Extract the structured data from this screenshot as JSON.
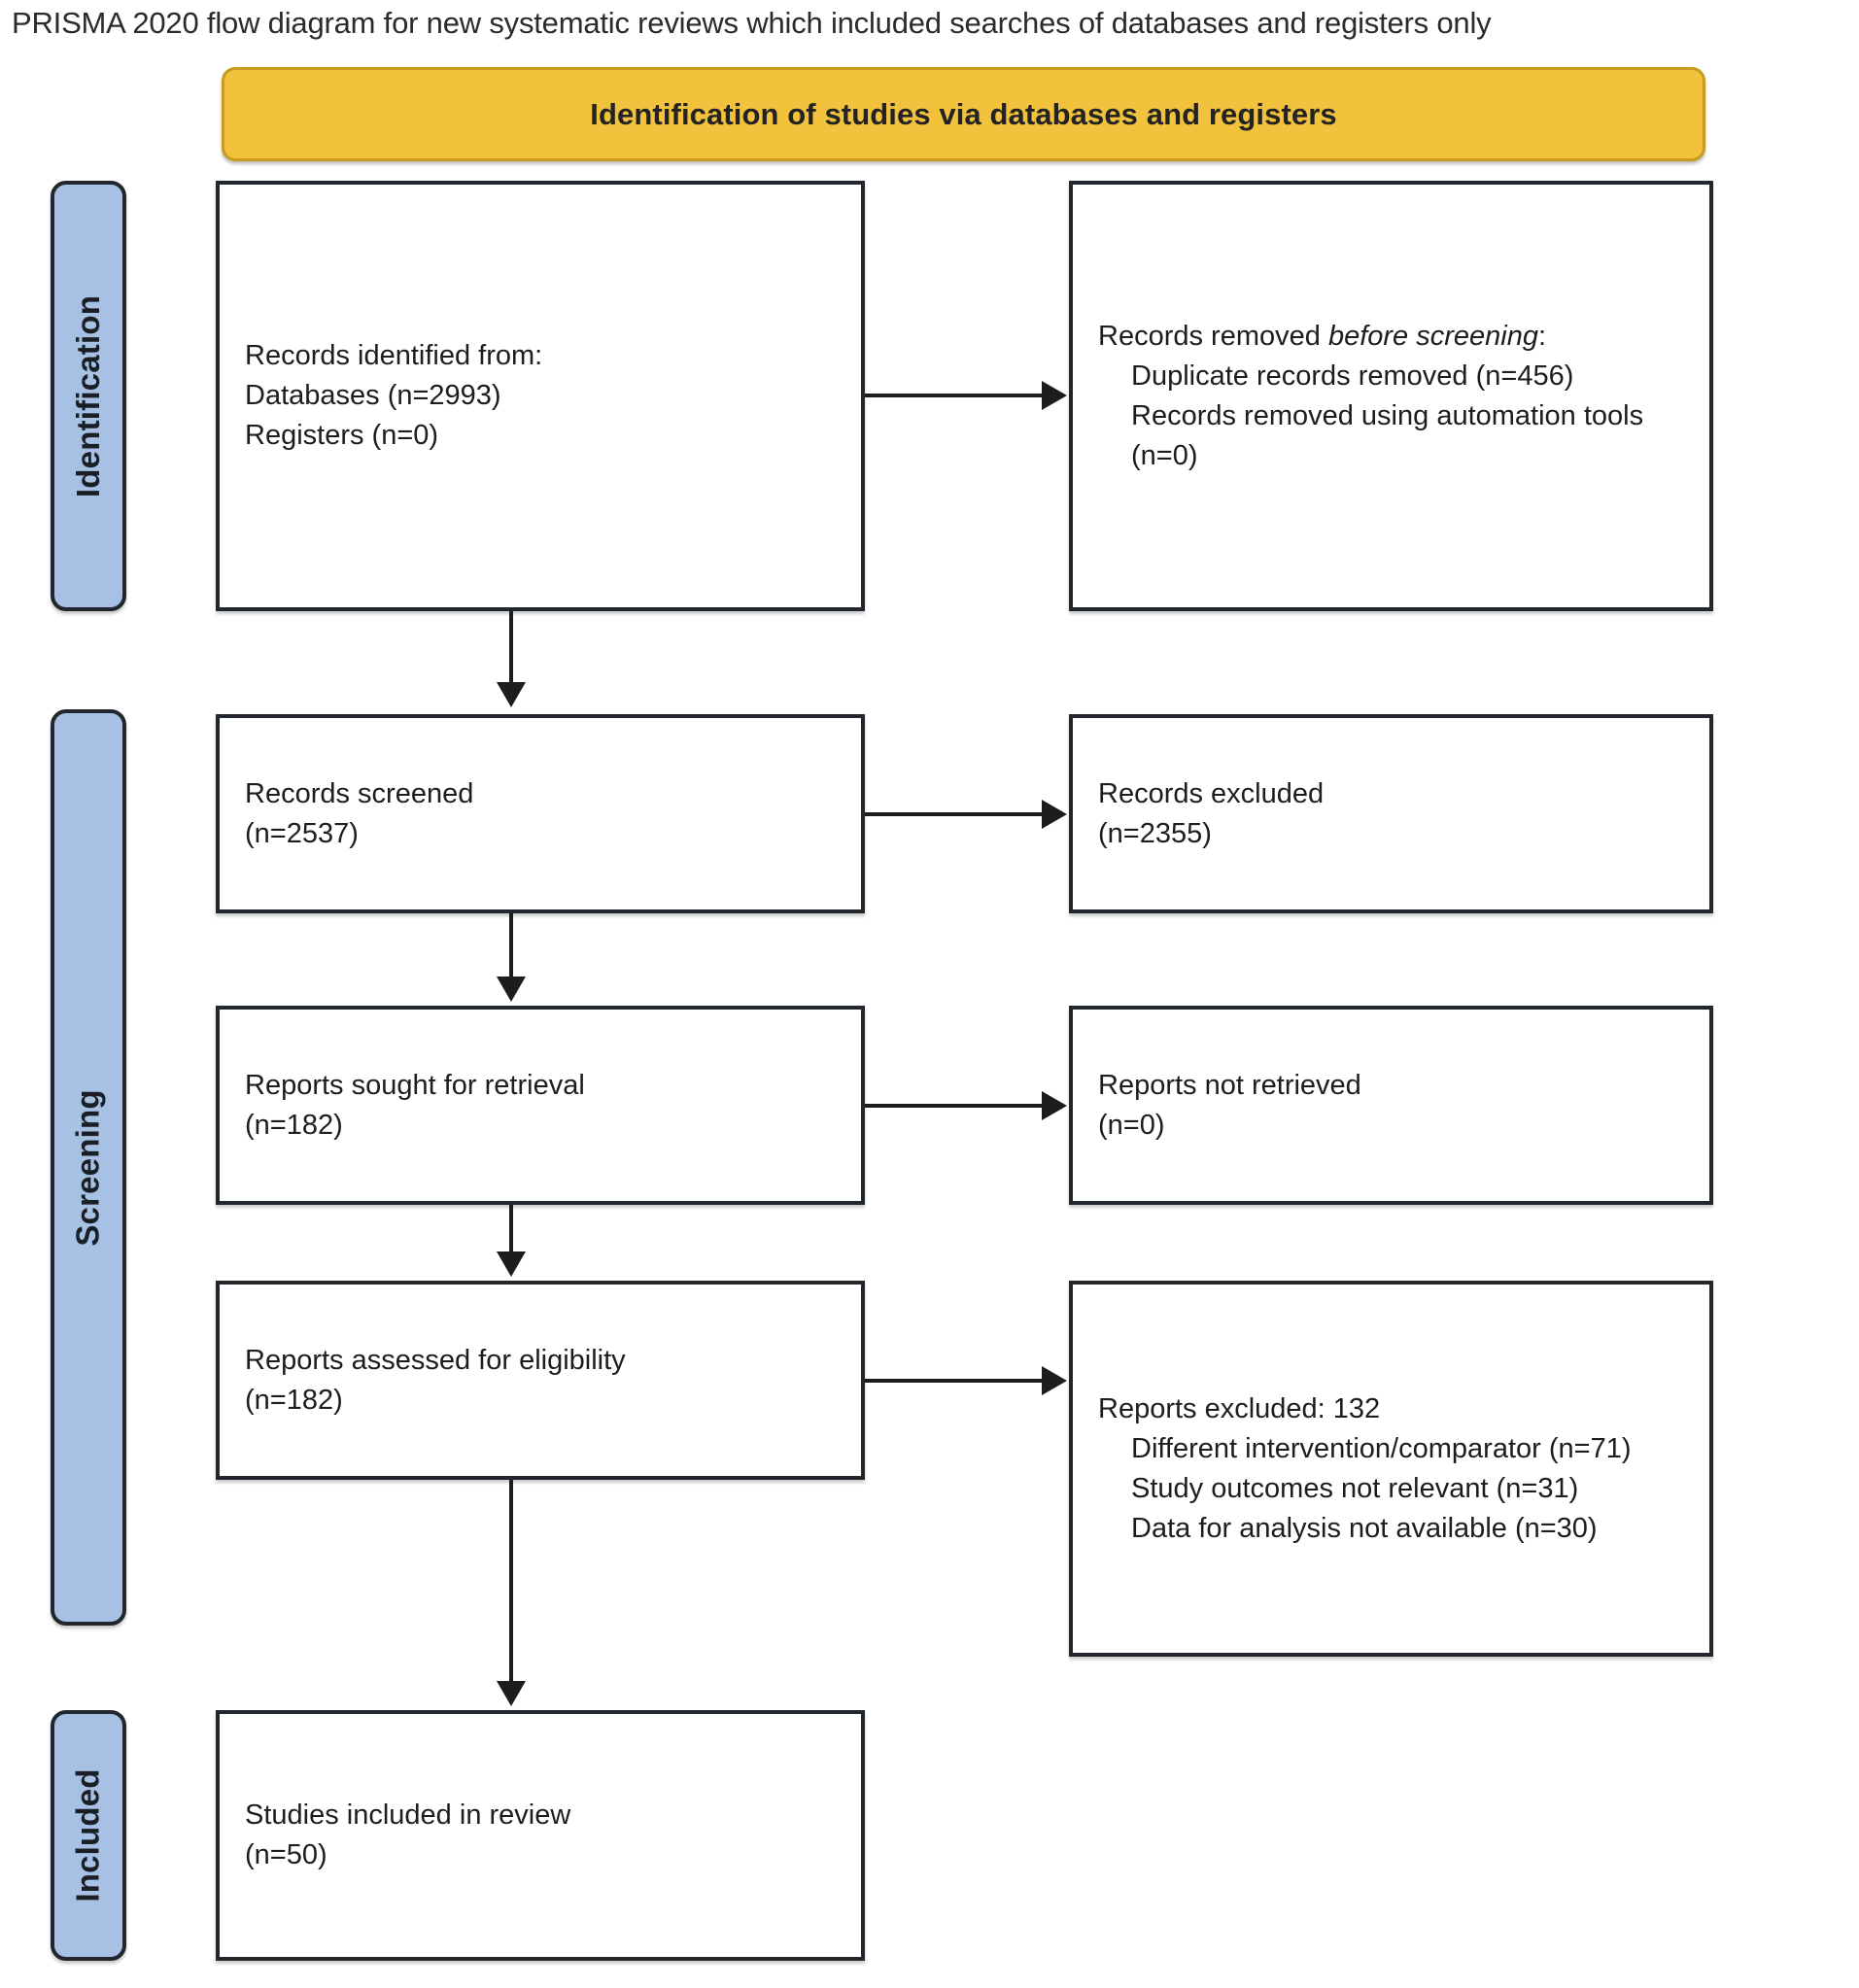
{
  "page": {
    "title": "PRISMA 2020 flow diagram for new systematic reviews which included searches of databases and registers only"
  },
  "banner": {
    "label": "Identification of studies via databases and registers",
    "color": "#f2c23d",
    "border_color": "#c79b20"
  },
  "phases": {
    "color": "#a6c1e3",
    "identification": "Identification",
    "screening": "Screening",
    "included": "Included"
  },
  "boxes": {
    "identified": {
      "line1": "Records identified from:",
      "line2": "Databases (n=2993)",
      "line3": "Registers (n=0)"
    },
    "removed_before_screening": {
      "line1_prefix": "Records removed ",
      "line1_italic": "before screening",
      "line1_suffix": ":",
      "line2": "Duplicate records removed (n=456)",
      "line3": "Records removed using automation tools (n=0)"
    },
    "records_screened": {
      "line1": "Records screened",
      "line2": "(n=2537)"
    },
    "records_excluded": {
      "line1": "Records excluded",
      "line2": "(n=2355)"
    },
    "reports_sought": {
      "line1": "Reports sought for retrieval",
      "line2": "(n=182)"
    },
    "reports_not_retrieved": {
      "line1": "Reports not retrieved",
      "line2": "(n=0)"
    },
    "reports_assessed": {
      "line1": "Reports assessed for eligibility",
      "line2": "(n=182)"
    },
    "reports_excluded": {
      "line1": "Reports excluded: 132",
      "line2": "Different intervention/comparator (n=71)",
      "line3": "Study outcomes not relevant (n=31)",
      "line4": "Data for analysis not available (n=30)"
    },
    "studies_included": {
      "line1": "Studies included in review",
      "line2": "(n=50)"
    }
  },
  "chart_data": {
    "type": "diagram",
    "title": "PRISMA 2020 flow diagram for new systematic reviews which included searches of databases and registers only",
    "nodes": [
      {
        "id": "identified",
        "phase": "Identification",
        "label": "Records identified from: Databases (n=2993); Registers (n=0)",
        "value": 2993
      },
      {
        "id": "removed_before_screening",
        "phase": "Identification",
        "label": "Records removed before screening: Duplicate records removed (n=456); Records removed using automation tools (n=0)",
        "value": 456
      },
      {
        "id": "records_screened",
        "phase": "Screening",
        "label": "Records screened",
        "value": 2537
      },
      {
        "id": "records_excluded",
        "phase": "Screening",
        "label": "Records excluded",
        "value": 2355
      },
      {
        "id": "reports_sought",
        "phase": "Screening",
        "label": "Reports sought for retrieval",
        "value": 182
      },
      {
        "id": "reports_not_retrieved",
        "phase": "Screening",
        "label": "Reports not retrieved",
        "value": 0
      },
      {
        "id": "reports_assessed",
        "phase": "Screening",
        "label": "Reports assessed for eligibility",
        "value": 182
      },
      {
        "id": "reports_excluded",
        "phase": "Screening",
        "label": "Reports excluded: 132 (Different intervention/comparator n=71; Study outcomes not relevant n=31; Data for analysis not available n=30)",
        "value": 132
      },
      {
        "id": "studies_included",
        "phase": "Included",
        "label": "Studies included in review",
        "value": 50
      }
    ],
    "edges": [
      {
        "from": "identified",
        "to": "removed_before_screening",
        "direction": "right"
      },
      {
        "from": "identified",
        "to": "records_screened",
        "direction": "down"
      },
      {
        "from": "records_screened",
        "to": "records_excluded",
        "direction": "right"
      },
      {
        "from": "records_screened",
        "to": "reports_sought",
        "direction": "down"
      },
      {
        "from": "reports_sought",
        "to": "reports_not_retrieved",
        "direction": "right"
      },
      {
        "from": "reports_sought",
        "to": "reports_assessed",
        "direction": "down"
      },
      {
        "from": "reports_assessed",
        "to": "reports_excluded",
        "direction": "right"
      },
      {
        "from": "reports_assessed",
        "to": "studies_included",
        "direction": "down"
      }
    ]
  }
}
